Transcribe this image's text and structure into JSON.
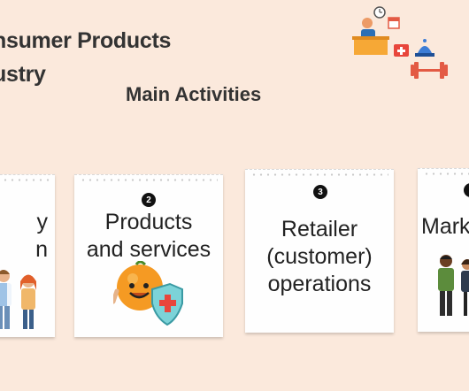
{
  "slide": {
    "title_line1": "nsumer Products",
    "title_line2": "ustry",
    "subtitle": "Main Activities"
  },
  "cards": [
    {
      "number": "",
      "text": "y\nn",
      "illustration": "people-couple"
    },
    {
      "number": "2",
      "text": "Products\nand services",
      "illustration": "orange-mascot-shield-icon"
    },
    {
      "number": "3",
      "text": "Retailer\n(customer)\noperations",
      "illustration": ""
    },
    {
      "number": "",
      "text": "Mark",
      "illustration": "people-couple"
    }
  ],
  "colors": {
    "background": "#fbe9dc",
    "title": "#333333",
    "card": "#fefefe",
    "badge": "#111111"
  }
}
